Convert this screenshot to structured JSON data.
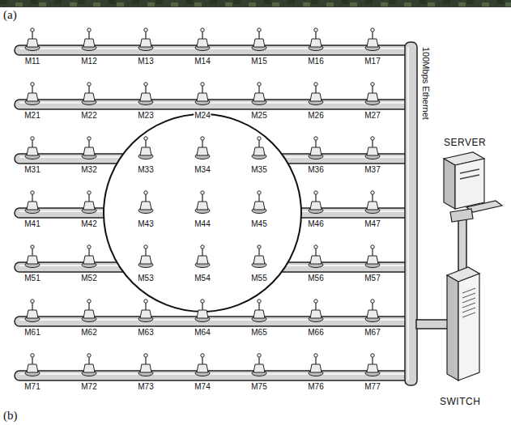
{
  "diagram": {
    "labels": [
      "(a)",
      "M11",
      "M12",
      "M13",
      "M14",
      "M15",
      "M16",
      "M17",
      "M21",
      "M22",
      "M23",
      "M24",
      "M25",
      "M26",
      "M27",
      "M31",
      "M32",
      "M33",
      "M34",
      "M35",
      "M36",
      "M37",
      "M41",
      "M42",
      "M43",
      "M44",
      "M45",
      "M46",
      "M47",
      "M51",
      "M52",
      "M53",
      "M54",
      "M55",
      "M56",
      "M57",
      "M61",
      "M62",
      "M63",
      "M64",
      "M65",
      "M66",
      "M67",
      "M71",
      "M72",
      "M73",
      "M74",
      "M75",
      "M76",
      "M77",
      "100Mbps Ethernet",
      "SERVER",
      "SWITCH",
      "(b)"
    ]
  }
}
